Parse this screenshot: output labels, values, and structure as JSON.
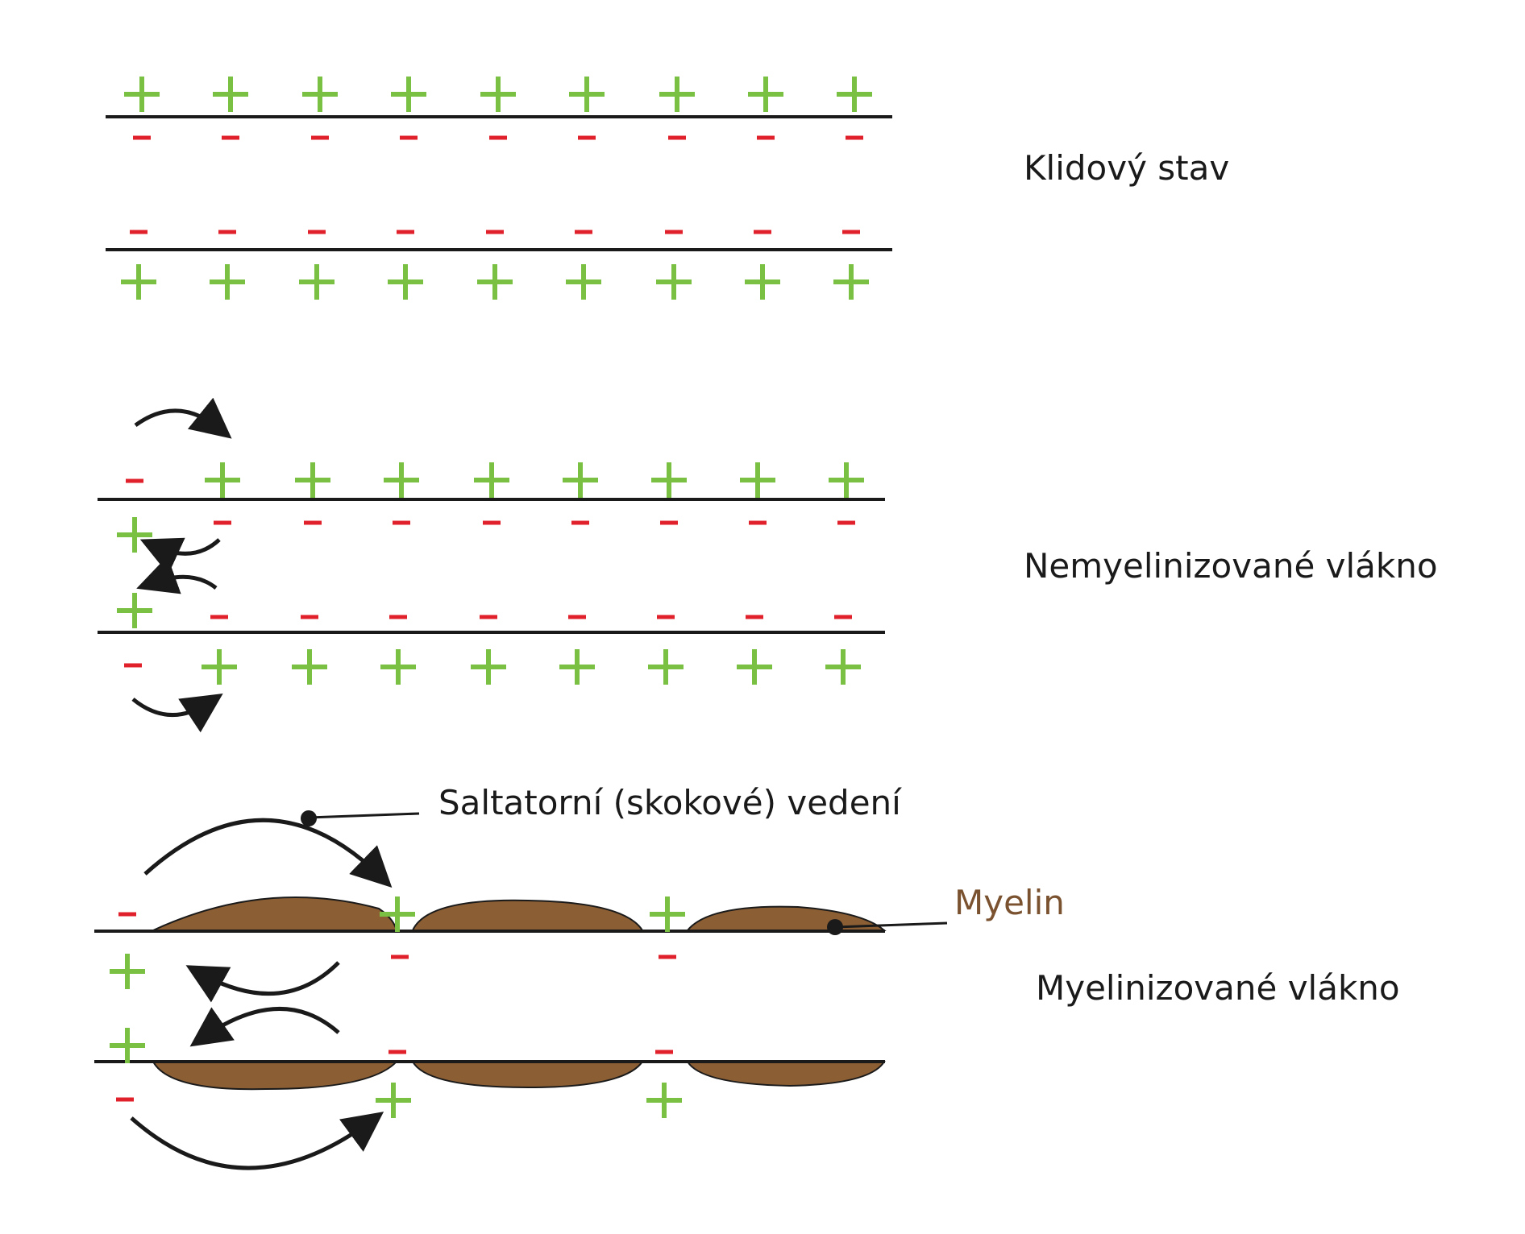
{
  "labels": {
    "resting": "Klidový stav",
    "unmyelinated": "Nemyelinizované vlákno",
    "saltatory": "Saltatorní (skokové) vedení",
    "myelin": "Myelin",
    "myelinated": "Myelinizované vlákno"
  },
  "colors": {
    "plus": "#7ac143",
    "minus": "#e0202a",
    "line": "#1a1a1a",
    "myelin": "#8b5e34",
    "myelin_text": "#7a5230"
  }
}
